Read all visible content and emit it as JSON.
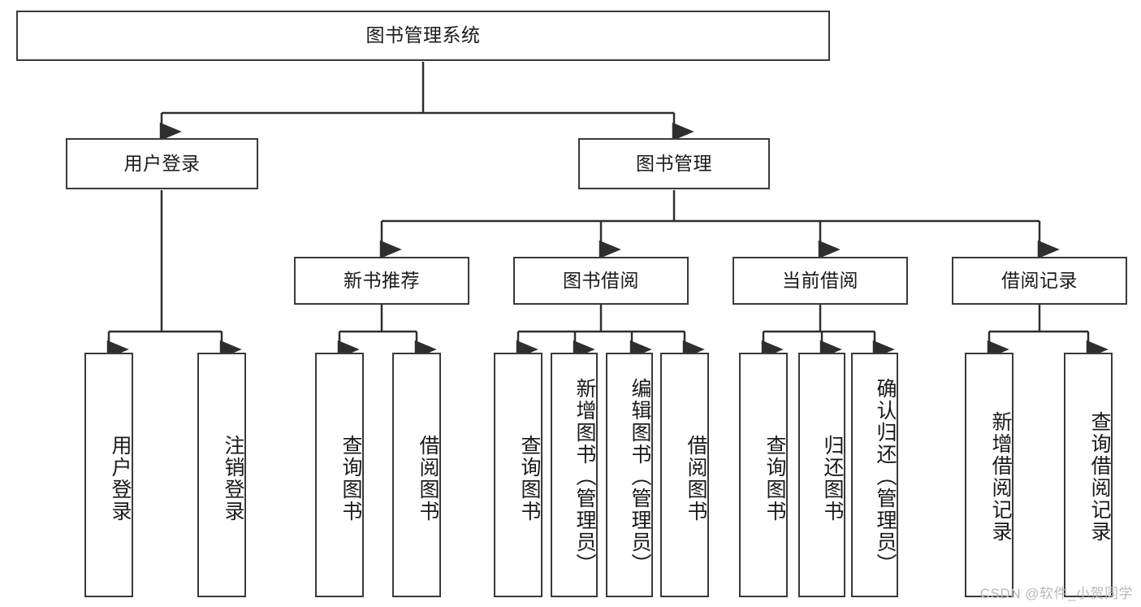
{
  "diagram": {
    "title": "图书管理系统",
    "type": "tree-hierarchy",
    "root": {
      "id": "root",
      "label": "图书管理系统"
    },
    "level2": [
      {
        "id": "user-login",
        "label": "用户登录"
      },
      {
        "id": "book-manage",
        "label": "图书管理"
      }
    ],
    "level3": [
      {
        "id": "new-book-rec",
        "label": "新书推荐",
        "parent": "book-manage"
      },
      {
        "id": "book-borrow",
        "label": "图书借阅",
        "parent": "book-manage"
      },
      {
        "id": "current-borrow",
        "label": "当前借阅",
        "parent": "book-manage"
      },
      {
        "id": "borrow-record",
        "label": "借阅记录",
        "parent": "book-manage"
      }
    ],
    "leaves": [
      {
        "id": "leaf-user-login",
        "label": "用户登录",
        "parent": "user-login"
      },
      {
        "id": "leaf-user-logout",
        "label": "注销登录",
        "parent": "user-login"
      },
      {
        "id": "leaf-query-book-1",
        "label": "查询图书",
        "parent": "new-book-rec"
      },
      {
        "id": "leaf-borrow-book-1",
        "label": "借阅图书",
        "parent": "new-book-rec"
      },
      {
        "id": "leaf-query-book-2",
        "label": "查询图书",
        "parent": "book-borrow"
      },
      {
        "id": "leaf-add-book",
        "label": "新增图书（管理员）",
        "parent": "book-borrow"
      },
      {
        "id": "leaf-edit-book",
        "label": "编辑图书（管理员）",
        "parent": "book-borrow"
      },
      {
        "id": "leaf-borrow-book-2",
        "label": "借阅图书",
        "parent": "book-borrow"
      },
      {
        "id": "leaf-query-book-3",
        "label": "查询图书",
        "parent": "current-borrow"
      },
      {
        "id": "leaf-return-book",
        "label": "归还图书",
        "parent": "current-borrow"
      },
      {
        "id": "leaf-confirm-return",
        "label": "确认归还（管理员）",
        "parent": "current-borrow"
      },
      {
        "id": "leaf-add-record",
        "label": "新增借阅记录",
        "parent": "borrow-record"
      },
      {
        "id": "leaf-query-record",
        "label": "查询借阅记录",
        "parent": "borrow-record"
      }
    ]
  },
  "watermark": {
    "text": "CSDN @软件_小贺同学"
  },
  "colors": {
    "stroke": "#3a3a3a",
    "text": "#1a1a1a",
    "background": "#ffffff",
    "watermark": "#b9b9b9"
  }
}
